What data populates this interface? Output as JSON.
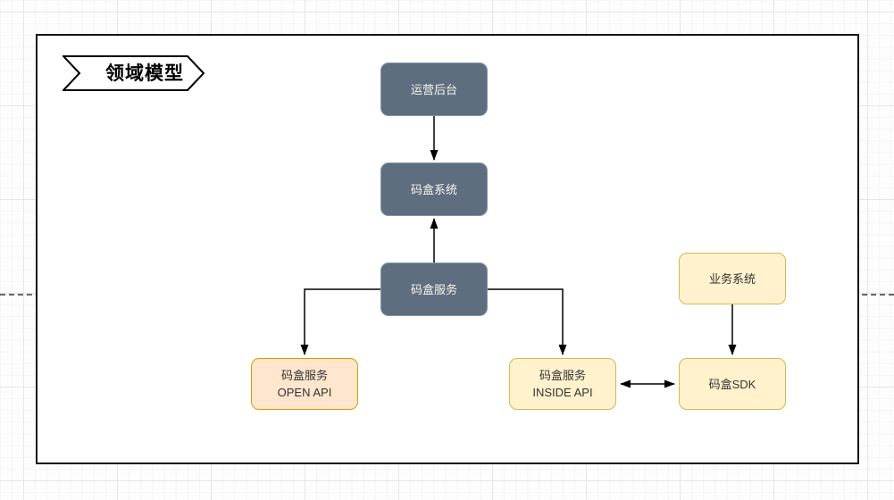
{
  "banner": {
    "title": "领域模型"
  },
  "diagram": {
    "nodes": {
      "operations_backend": {
        "label": "运营后台",
        "style": "dark"
      },
      "code_box_system": {
        "label": "码盒系统",
        "style": "dark"
      },
      "code_box_service": {
        "label": "码盒服务",
        "style": "dark"
      },
      "business_system": {
        "label": "业务系统",
        "style": "yellow"
      },
      "open_api": {
        "label": "码盒服务",
        "sublabel": "OPEN API",
        "style": "orange"
      },
      "inside_api": {
        "label": "码盒服务",
        "sublabel": "INSIDE API",
        "style": "yellow"
      },
      "sdk": {
        "label": "码盒SDK",
        "style": "yellow"
      }
    },
    "edges": [
      {
        "from": "operations_backend",
        "to": "code_box_system",
        "arrow": "one-way"
      },
      {
        "from": "code_box_service",
        "to": "code_box_system",
        "arrow": "one-way"
      },
      {
        "from": "code_box_service",
        "to": "open_api",
        "arrow": "one-way"
      },
      {
        "from": "code_box_service",
        "to": "inside_api",
        "arrow": "one-way"
      },
      {
        "from": "business_system",
        "to": "sdk",
        "arrow": "one-way"
      },
      {
        "from": "inside_api",
        "to": "sdk",
        "arrow": "two-way"
      }
    ],
    "colors": {
      "dark_node_fill": "#5f6e7f",
      "dark_node_border": "#8496a9",
      "dark_node_text": "#f7f4ec",
      "yellow_node_fill": "#fff2cc",
      "yellow_node_border": "#d6b656",
      "orange_node_fill": "#ffe6cc",
      "orange_node_border": "#d79b00",
      "light_node_text": "#333333",
      "connector": "#000000",
      "page_background": "#ffffff",
      "grid_background": "#fdfdfd"
    }
  }
}
